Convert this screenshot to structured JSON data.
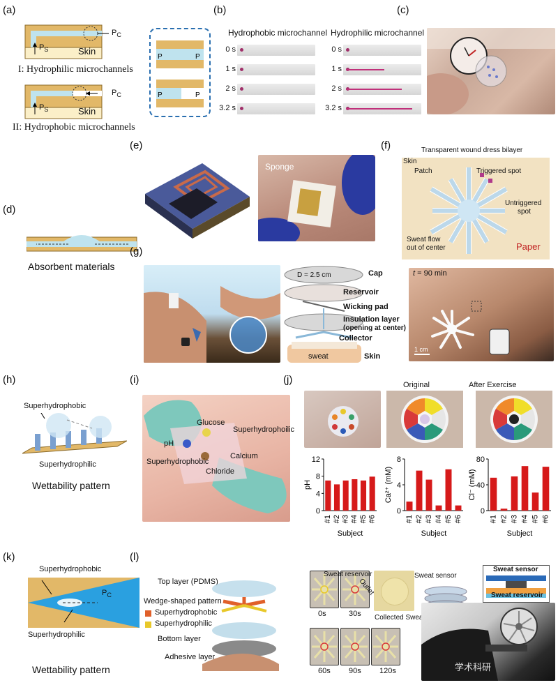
{
  "panels": {
    "a": {
      "label": "(a)",
      "pc": "P",
      "pc_sub": "C",
      "ps": "P",
      "ps_sub": "S",
      "skin": "Skin",
      "cap1": "I: Hydrophilic microchannels",
      "cap2": "II: Hydrophobic microchannels"
    },
    "b": {
      "label": "(b)",
      "left_title": "Hydrophobic microchannel",
      "right_title": "Hydrophilic microchannel",
      "times": [
        "0 s",
        "1 s",
        "2 s",
        "3.2 s"
      ],
      "hydrophilic_fill": [
        0.0,
        0.55,
        0.8,
        0.95
      ]
    },
    "c": {
      "label": "(c)"
    },
    "d": {
      "label": "(d)",
      "cap": "Absorbent materials"
    },
    "e": {
      "label": "(e)",
      "sponge": "Sponge"
    },
    "f": {
      "label": "(f)",
      "title": "Transparent wound dress bilayer",
      "skin": "Skin",
      "patch": "Patch",
      "triggered": "Triggered spot",
      "untriggered": "Untriggered\nspot",
      "untrig1": "Untriggered",
      "untrig2": "spot",
      "sweat1": "Sweat flow",
      "sweat2": "out of center",
      "paper": "Paper"
    },
    "g": {
      "label": "(g)",
      "d": "D = 2.5 cm",
      "cap": "Cap",
      "reservoir": "Reservoir",
      "wicking": "Wicking pad",
      "insulation": "Insulation layer",
      "insulation_note": "(opening at center)",
      "collector": "Collector",
      "skin": "Skin",
      "sweat": "sweat",
      "time_t": "t",
      "time_rest": " = 90 min",
      "scale": "1 cm"
    },
    "h": {
      "label": "(h)",
      "sphob": "Superhydrophobic",
      "sphil": "Superhydrophilic",
      "cap": "Wettability pattern"
    },
    "i": {
      "label": "(i)",
      "glucose": "Glucose",
      "sphoil": "Superhydrophoilic",
      "ph": "pH",
      "calcium": "Calcium",
      "sphob": "Superhydrophobic",
      "chloride": "Chloride"
    },
    "j": {
      "label": "(j)",
      "original": "Original",
      "after": "After Exercise"
    },
    "k": {
      "label": "(k)",
      "sphob": "Superhydrophobic",
      "sphil": "Superhydrophilic",
      "pc": "P",
      "pc_sub": "C",
      "cap": "Wettability pattern"
    },
    "l": {
      "label": "(l)",
      "top": "Top layer (PDMS)",
      "wedge": "Wedge-shaped pattern",
      "sphob": "Superhydrophobic",
      "sphil": "Superhydrophilic",
      "bottom": "Bottom layer",
      "adhesive": "Adhesive layer",
      "reservoir": "Sweat reservoir",
      "outlet": "Outlet",
      "collected": "Collected Sweat",
      "sensor": "Sweat sensor",
      "sensor2": "Sweat sensor",
      "reservoir2": "Sweat reservoir",
      "times": [
        "0s",
        "30s",
        "60s",
        "90s",
        "120s"
      ],
      "watermark": "学术科研"
    }
  },
  "chart_data": [
    {
      "type": "bar",
      "categories": [
        "#1",
        "#2",
        "#3",
        "#4",
        "#5",
        "#6"
      ],
      "values": [
        7.0,
        6.1,
        7.0,
        7.3,
        7.0,
        7.9
      ],
      "xlabel": "Subject",
      "ylabel": "pH",
      "ylim": [
        0,
        12
      ],
      "yticks": [
        0,
        4,
        8,
        12
      ],
      "color": "#d61a1a"
    },
    {
      "type": "bar",
      "categories": [
        "#1",
        "#2",
        "#3",
        "#4",
        "#5",
        "#6"
      ],
      "values": [
        1.4,
        6.2,
        4.8,
        0.8,
        6.4,
        0.8
      ],
      "xlabel": "Subject",
      "ylabel": "Ca²⁺ (mM)",
      "ylim": [
        0,
        8
      ],
      "yticks": [
        0,
        4,
        8
      ],
      "color": "#d61a1a"
    },
    {
      "type": "bar",
      "categories": [
        "#1",
        "#2",
        "#3",
        "#4",
        "#5",
        "#6"
      ],
      "values": [
        51,
        3,
        53,
        69,
        28,
        68
      ],
      "xlabel": "Subject",
      "ylabel": "Cl⁻ (mM)",
      "ylim": [
        0,
        80
      ],
      "yticks": [
        0,
        40,
        80
      ],
      "color": "#d61a1a"
    }
  ]
}
